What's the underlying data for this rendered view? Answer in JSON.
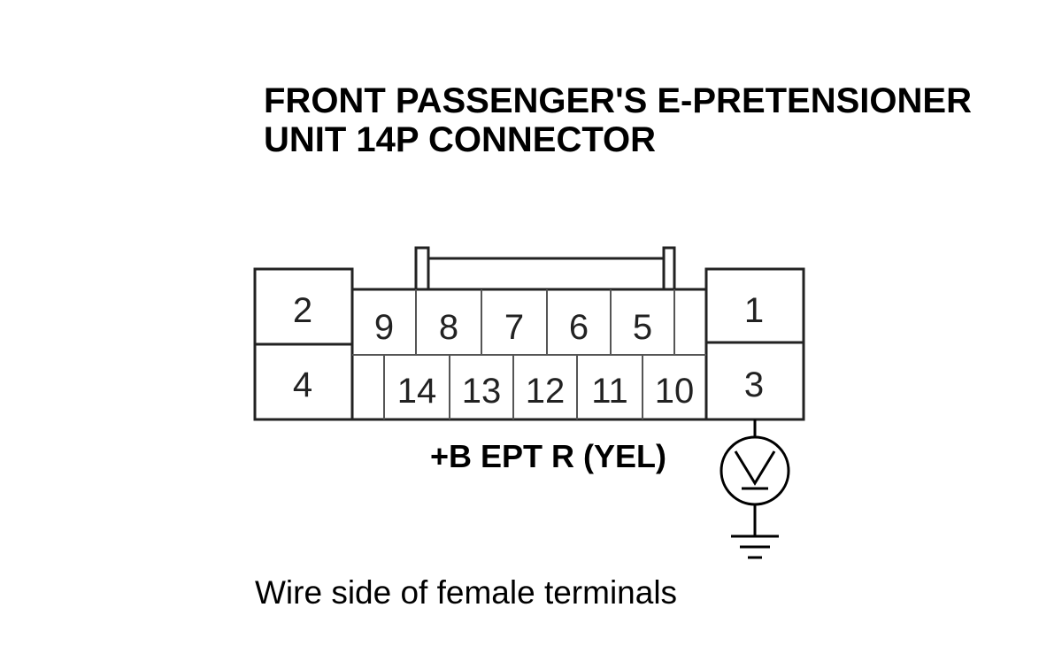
{
  "title": {
    "line1": "FRONT PASSENGER'S E-PRETENSIONER",
    "line2": "UNIT 14P CONNECTOR"
  },
  "connector": {
    "pins": [
      "1",
      "2",
      "3",
      "4",
      "5",
      "6",
      "7",
      "8",
      "9",
      "10",
      "11",
      "12",
      "13",
      "14"
    ]
  },
  "probe": {
    "wire_label": "+B EPT R (YEL)",
    "meter_icon": "voltmeter-icon",
    "ground_icon": "ground-icon"
  },
  "caption": "Wire side of female terminals"
}
